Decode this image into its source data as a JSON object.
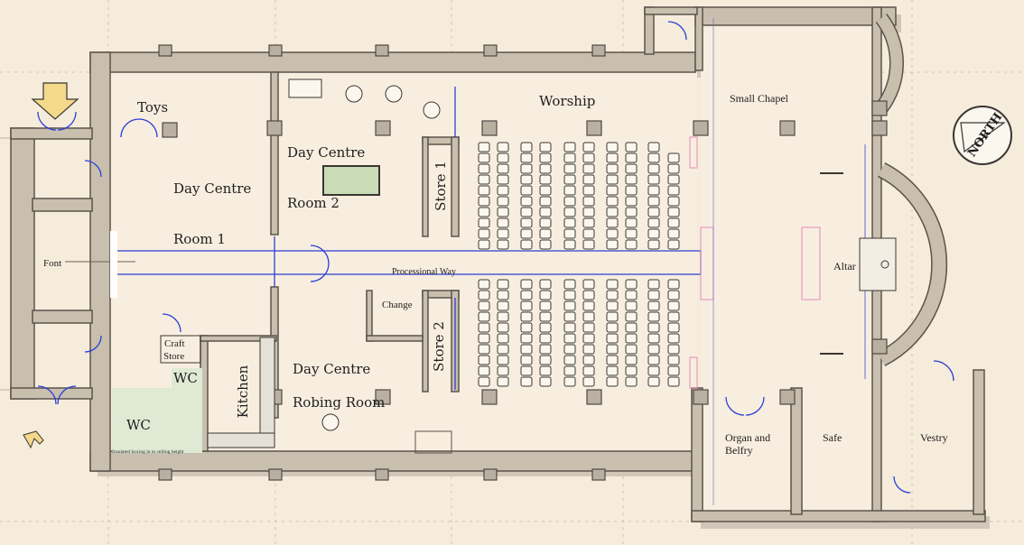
{
  "rooms": {
    "toys": "Toys",
    "day_centre_main": "Day Centre",
    "room1": "Room 1",
    "font": "Font",
    "day_centre_room2": "Day Centre",
    "room2": "Room 2",
    "store1": "Store 1",
    "worship": "Worship",
    "small_chapel": "Small Chapel",
    "altar": "Altar",
    "processional_way": "Processional Way",
    "change": "Change",
    "store2": "Store 2",
    "craft": "Craft",
    "store": "Store",
    "wc_upper": "WC",
    "wc_lower": "WC",
    "kitchen": "Kitchen",
    "day_centre_lower": "Day Centre",
    "robing_room": "Robing Room",
    "organ_line1": "Organ and",
    "organ_line2": "Belfry",
    "safe": "Safe",
    "vestry": "Vestry",
    "boxing_note": "Insulated boxing in to ceiling height"
  },
  "compass": {
    "label": "NORTH",
    "icon": "north-arrow-icon"
  },
  "markers": {
    "entrance": "entrance-arrow-icon",
    "secondary": "small-arrow-icon"
  },
  "colors": {
    "background": "#f6ecdc",
    "wall": "#c9bfae",
    "door_line": "#2c3fd6",
    "wc_floor": "#dfe9d3",
    "entrance_arrow": "#f3d98a",
    "pink_marks": "#e58bb8"
  }
}
